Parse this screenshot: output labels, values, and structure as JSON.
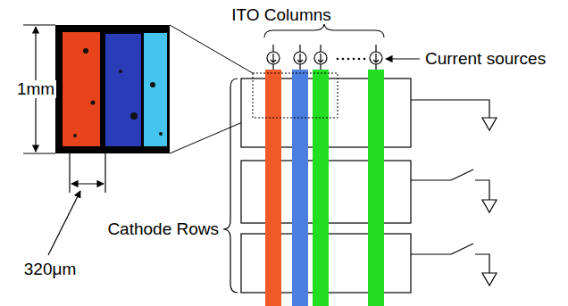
{
  "diagram": {
    "labels": [
      "1mm",
      "320μm",
      "ITO Columns",
      "Current sources",
      "Cathode Rows"
    ]
  }
}
